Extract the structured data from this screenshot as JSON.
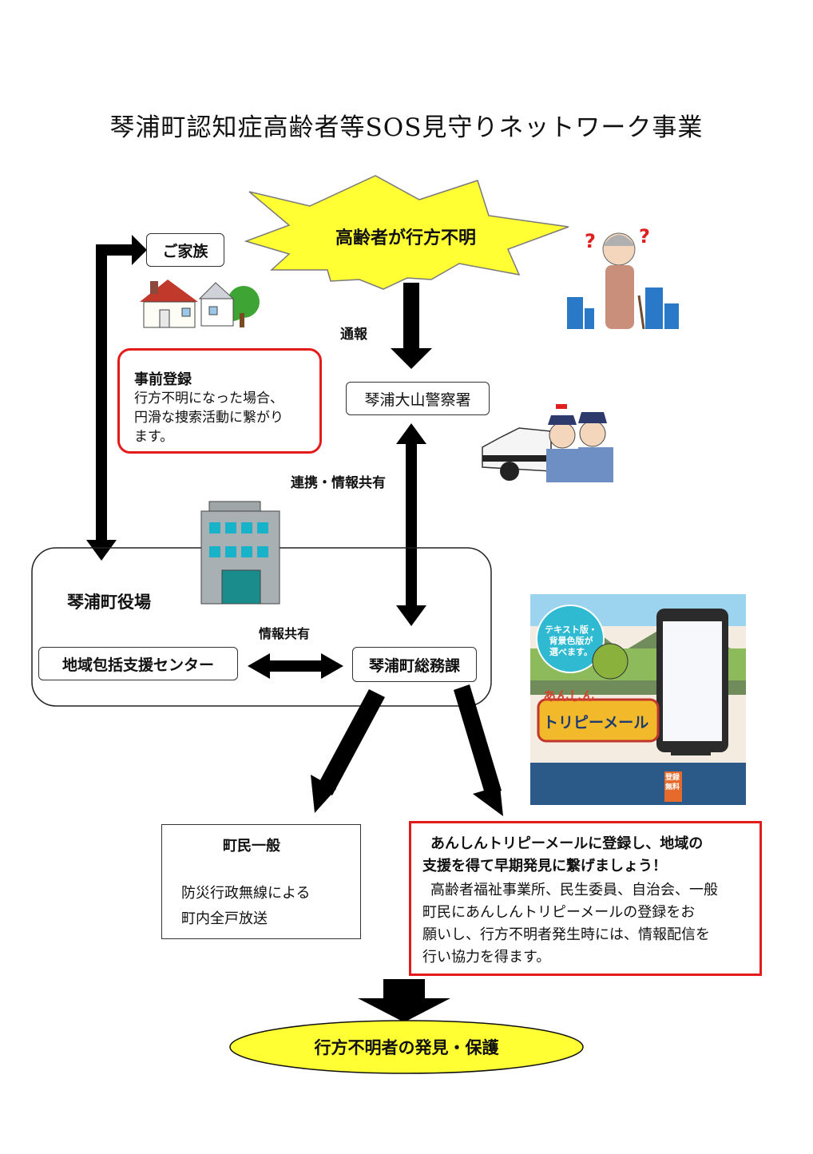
{
  "title": "琴浦町認知症高齢者等SOS見守りネットワーク事業",
  "missing": "高齢者が行方不明",
  "family": "ご家族",
  "report_label": "通報",
  "police": "琴浦大山警察署",
  "preregister": {
    "heading": "事前登録",
    "lines": [
      "行方不明になった場合、",
      "円滑な捜索活動に繋がり",
      "ます。"
    ]
  },
  "coop_label": "連携・情報共有",
  "town_office": "琴浦町役場",
  "info_share_label": "情報共有",
  "community_center": "地域包括支援センター",
  "general_affairs": "琴浦町総務課",
  "residents": {
    "heading": "町民一般",
    "lines": [
      "防災行政無線による",
      "町内全戸放送"
    ]
  },
  "mail_box": {
    "heading_lines": [
      "あんしんトリピーメールに登録し、地域の",
      "支援を得て早期発見に繋げましょう！"
    ],
    "body_lines": [
      "高齢者福祉事業所、民生委員、自治会、一般",
      "町民にあんしんトリピーメールの登録をお",
      "願いし、行方不明者発生時には、情報配信を",
      "行い協力を得ます。"
    ]
  },
  "flyer": {
    "badge_lines": [
      "テキスト版・",
      "背景色版が",
      "選べます。"
    ],
    "brand_small": "あんしん",
    "brand_big": "トリピーメール",
    "register": [
      "登録",
      "無料"
    ]
  },
  "result": "行方不明者の発見・保護",
  "colors": {
    "star": "#ffff33",
    "ellipse": "#ffff33",
    "red": "#e51b1b",
    "arrow": "#000000"
  }
}
